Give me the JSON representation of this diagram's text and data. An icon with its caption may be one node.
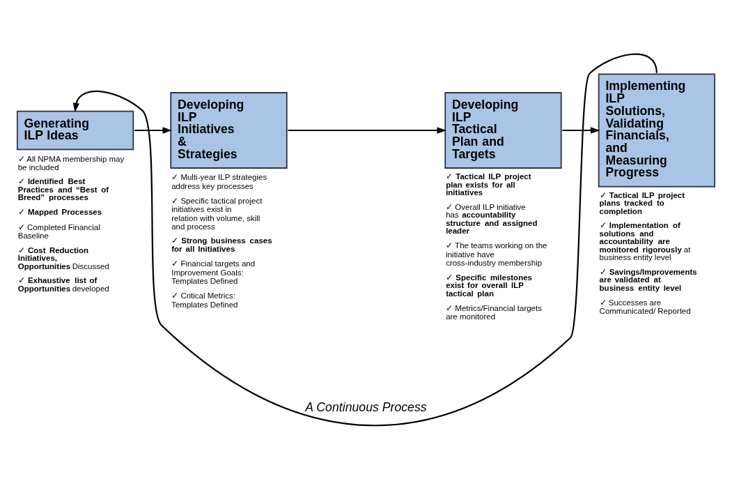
{
  "diagram": {
    "nodes": [
      {
        "text": [
          "Generating ILP Ideas"
        ],
        "beside": [
          "✓ All NPMA membership may be included",
          "✓ **Identified Best Practices and “Best of Breed” processes**",
          "✓ **Mapped Processes**",
          "✓ Completed Financial Baseline",
          "✓ **Cost Reduction Initiatives, Opportunities** Discussed",
          "✓ **Exhaustive list of Opportunities** developed"
        ]
      },
      {
        "text": [
          "Developing ILP Initiatives & Strategies"
        ],
        "beside": [
          "✓ Multi-year ILP strategies address key processes",
          "✓ Specific tactical project initiatives exist in relation with volume, skill and process",
          "✓ **Strong business cases for all Initiatives**",
          "✓ Financial targets and Improvement Goals: Templates Defined",
          "✓ Critical Metrics: Templates Defined"
        ]
      },
      {
        "text": [
          "Developing ILP Tactical Plan and Targets"
        ],
        "beside": [
          "✓ **Tactical ILP project plan exists for all initiatives**",
          "✓ Overall ILP initiative has **accountability structure and assigned leader**",
          "✓ The teams working on the initiative have cross-industry membership",
          "✓ **Specific milestones exist for overall ILP tactical plan**",
          "✓ Metrics/Financial targets are monitored"
        ]
      },
      {
        "text": [
          "Implementing ILP Solutions, Validating Financials, and Measuring Progress"
        ],
        "beside": [
          "✓ **Tactical ILP project plans tracked to completion**",
          "✓ **Implementation of solutions and accountability are monitored rigorously** at business entity level",
          "✓ **Savings/Improvements are validated at business entity level**",
          "✓ Successes are Communicated/ Reported"
        ]
      }
    ],
    "edges": [
      {
        "from": 0,
        "to": 1,
        "arrow": "to"
      },
      {
        "from": 1,
        "to": 2,
        "arrow": "to"
      },
      {
        "from": 2,
        "to": 3,
        "arrow": "to"
      },
      {
        "from": 3,
        "to": 0,
        "arrow": "to",
        "label": "A Continuous Process"
      }
    ]
  }
}
